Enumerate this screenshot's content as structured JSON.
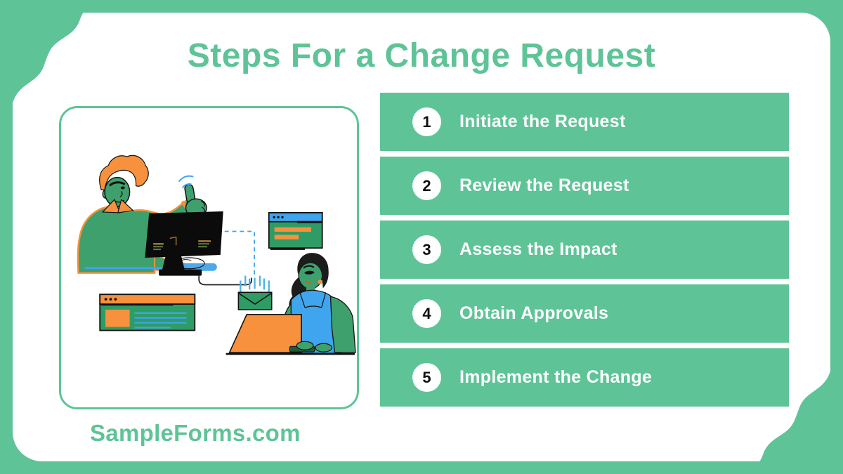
{
  "title": "Steps For a Change Request",
  "steps": [
    {
      "number": "1",
      "label": "Initiate the Request"
    },
    {
      "number": "2",
      "label": "Review the Request"
    },
    {
      "number": "3",
      "label": "Assess the Impact"
    },
    {
      "number": "4",
      "label": "Obtain Approvals"
    },
    {
      "number": "5",
      "label": "Implement the Change"
    }
  ],
  "brand": "SampleForms.com",
  "colors": {
    "accent_green": "#5EC497",
    "dark_green": "#2E9C64",
    "figure_green": "#3EA06C",
    "orange": "#F7913D",
    "blue": "#3FA5EE",
    "light_blue": "#4FB3E8",
    "ink": "#111111",
    "white": "#FFFFFF"
  },
  "illustration": {
    "name": "coworkers-change-request-illustration",
    "elements": [
      "man-thumbs-up-at-monitor",
      "desktop-monitor",
      "email-envelope",
      "dashed-transfer-line",
      "browser-window-top",
      "browser-window-bottom",
      "woman-typing-on-laptop"
    ]
  }
}
